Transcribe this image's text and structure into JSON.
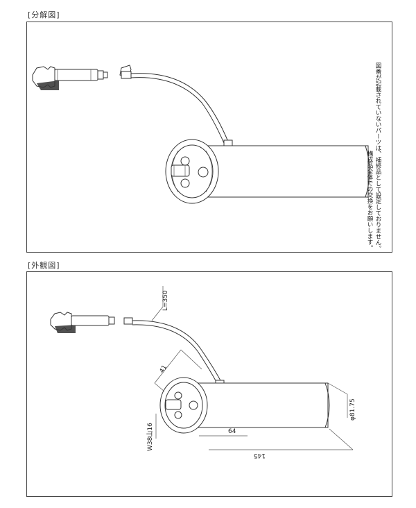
{
  "exploded": {
    "title": "[分解図]",
    "note_line1": "図番が記載されていないパーツは、補修品として設定しておりません。",
    "note_line2": "構成品全体での交換をお願いします。"
  },
  "external": {
    "title": "[外観図]",
    "dimensions": {
      "cord_length": "L=350",
      "outer_diameter": "φ81.75",
      "body_length": "145",
      "flange_offset": "64",
      "fitting_length": "41",
      "thread_spec": "W38山16"
    }
  }
}
